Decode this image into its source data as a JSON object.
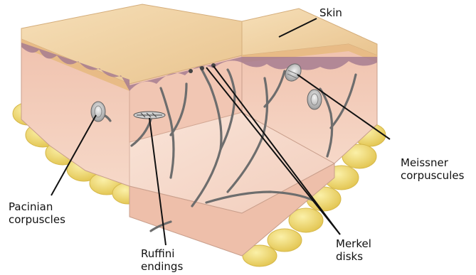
{
  "diagram": {
    "labels": {
      "skin": "Skin",
      "meissner": [
        "Meissner",
        "corpuscules"
      ],
      "pacinian": [
        "Pacinian",
        "corpuscles"
      ],
      "ruffini": [
        "Ruffini",
        "endings"
      ],
      "merkel": [
        "Merkel",
        "disks"
      ]
    },
    "colors": {
      "epidermis_top": "#f1d2a4",
      "epidermis_side": "#efc79b",
      "dermis_front": "#f2c7b3",
      "dermis_face": "#f6d7c7",
      "fat": "#f3df6f",
      "fat_edge": "#d6b84a",
      "nerve": "#6d6d6d",
      "papillae": "#9a7488",
      "leader_line": "#111111"
    }
  }
}
